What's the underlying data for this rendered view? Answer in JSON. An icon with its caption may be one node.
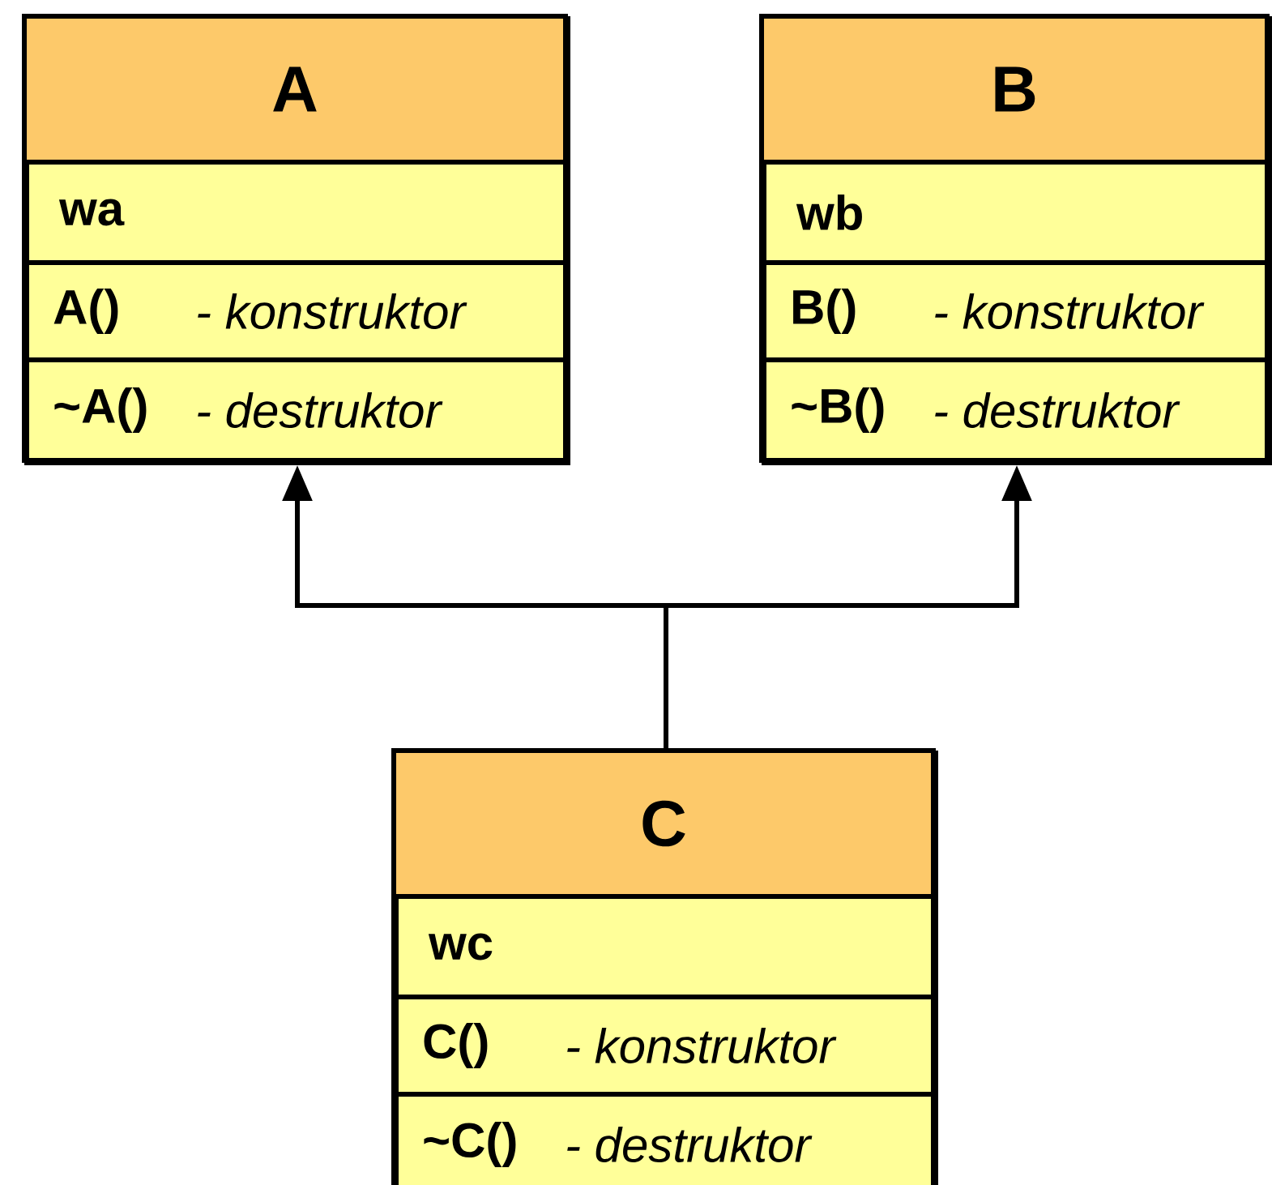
{
  "diagram": {
    "nodes": [
      {
        "text": [
          "A",
          "wa",
          "A()",
          "- konstruktor",
          "~A()",
          "- destruktor"
        ]
      },
      {
        "text": [
          "B",
          "wb",
          "B()",
          "- konstruktor",
          "~B()",
          "- destruktor"
        ]
      },
      {
        "text": [
          "C",
          "wc",
          "C()",
          "- konstruktor",
          "~C()",
          "- destruktor"
        ]
      }
    ],
    "edges": [
      {
        "from": 2,
        "to": 0,
        "arrow": "to"
      },
      {
        "from": 2,
        "to": 1,
        "arrow": "to"
      }
    ]
  }
}
